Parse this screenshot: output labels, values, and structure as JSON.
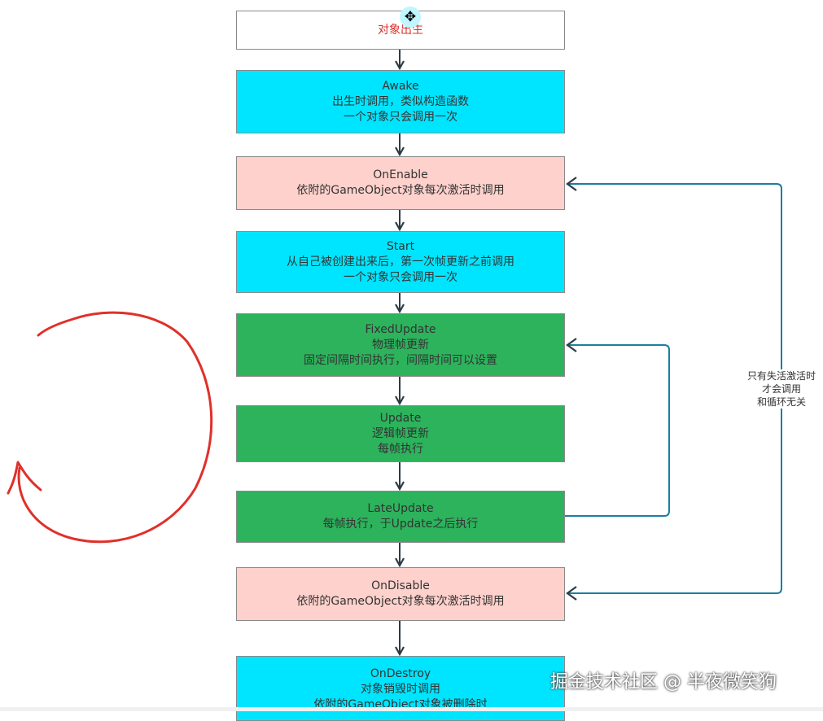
{
  "colors": {
    "box_white": "#ffffff",
    "box_cyan": "#00e5ff",
    "box_pink": "#ffd1cc",
    "box_green": "#2cb35c",
    "arrow_dark": "#2d3b45",
    "loop_line": "#1a7fa0",
    "scribble": "#e0302a",
    "birth_text": "#d9302c"
  },
  "nodes": {
    "birth": {
      "lines": [
        "对象出生"
      ]
    },
    "awake": {
      "lines": [
        "Awake",
        "出生时调用，类似构造函数",
        "一个对象只会调用一次"
      ]
    },
    "onenable": {
      "lines": [
        "OnEnable",
        "依附的GameObject对象每次激活时调用"
      ]
    },
    "start": {
      "lines": [
        "Start",
        "从自己被创建出来后，第一次帧更新之前调用",
        "一个对象只会调用一次"
      ]
    },
    "fixed": {
      "lines": [
        "FixedUpdate",
        "物理帧更新",
        "固定间隔时间执行，间隔时间可以设置"
      ]
    },
    "update": {
      "lines": [
        "Update",
        "逻辑帧更新",
        "每帧执行"
      ]
    },
    "late": {
      "lines": [
        "LateUpdate",
        "每帧执行，于Update之后执行"
      ]
    },
    "ondisable": {
      "lines": [
        "OnDisable",
        "依附的GameObject对象每次激活时调用"
      ]
    },
    "destroy": {
      "lines": [
        "OnDestroy",
        "对象销毁时调用",
        "依附的GameObject对象被删除时"
      ]
    }
  },
  "loop_label": {
    "lines": [
      "只有失活激活时",
      "才会调用",
      "和循环无关"
    ]
  },
  "cursor_icon": "move-cursor-icon",
  "watermark": "掘金技术社区 @ 半夜微笑狗"
}
